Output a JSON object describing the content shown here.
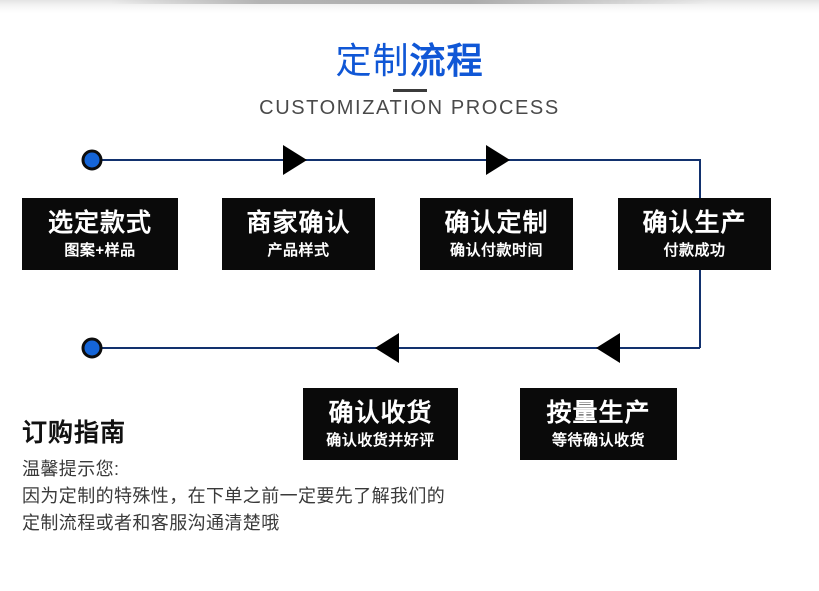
{
  "page": {
    "accent_blue": "#1057d6",
    "box_black": "#0a0a0a",
    "line_navy": "#12316e"
  },
  "heading": {
    "title_light": "定制",
    "title_bold": "流程",
    "subtitle_en": "CUSTOMIZATION PROCESS"
  },
  "flow": {
    "top_steps": [
      {
        "title": "选定款式",
        "sub": "图案+样品"
      },
      {
        "title": "商家确认",
        "sub": "产品样式"
      },
      {
        "title": "确认定制",
        "sub": "确认付款时间"
      },
      {
        "title": "确认生产",
        "sub": "付款成功"
      }
    ],
    "bottom_steps": [
      {
        "title": "确认收货",
        "sub": "确认收货并好评"
      },
      {
        "title": "按量生产",
        "sub": "等待确认收货"
      }
    ]
  },
  "note": {
    "title": "订购指南",
    "lines": [
      "温馨提示您:",
      "因为定制的特殊性，在下单之前一定要先了解我们的",
      "定制流程或者和客服沟通清楚哦"
    ]
  }
}
